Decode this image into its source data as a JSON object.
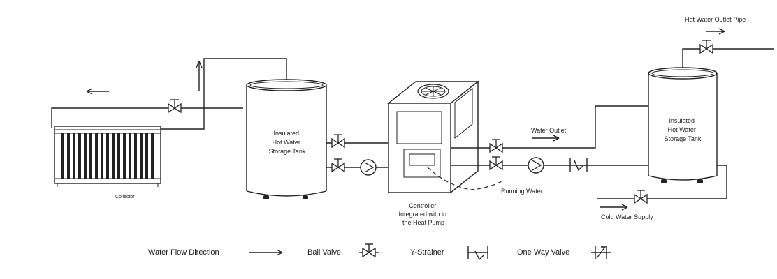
{
  "labels": {
    "hot_water_outlet_pipe": "Hot Water Outlet Pipe",
    "tank_left": [
      "Insulated",
      "Hot Water",
      "Storage Tank"
    ],
    "tank_right": [
      "Insulated",
      "Hot Water",
      "Storage Tank"
    ],
    "collector": "Collector",
    "water_outlet": "Water Outlet",
    "running_water": "Running Water",
    "controller": [
      "Controller",
      "Integrated with in",
      "the Heat Pump"
    ],
    "cold_water_supply": "Cold Water Supply"
  },
  "legend": {
    "water_flow_direction": "Water Flow Direction",
    "ball_valve": "Ball Valve",
    "y_strainer": "Y-Strainer",
    "one_way_valve": "One Way Valve"
  },
  "icons": {
    "ball_valve": "ball-valve-icon",
    "y_strainer": "y-strainer-icon",
    "one_way_valve": "one-way-valve-icon",
    "pump": "circulation-pump-icon",
    "flow_arrow": "flow-arrow-icon"
  }
}
